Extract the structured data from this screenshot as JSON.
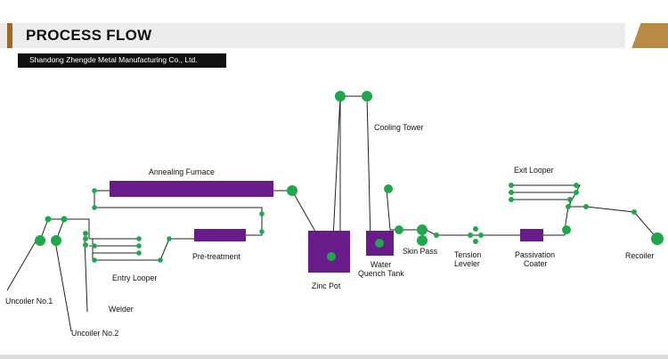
{
  "header": {
    "title": "PROCESS FLOW",
    "company": "Shandong Zhengde Metal Manufacturing Co., Ltd."
  },
  "labels": {
    "annealing_furnace": "Annealing Furnace",
    "pre_treatment": "Pre-treatment",
    "entry_looper": "Entry Looper",
    "uncoiler_1": "Uncoiler No.1",
    "welder": "Welder",
    "uncoiler_2": "Uncoiler No.2",
    "zinc_pot": "Zinc Pot",
    "cooling_tower": "Cooling Tower",
    "water_quench_line1": "Water",
    "water_quench_line2": "Quench Tank",
    "skin_pass": "Skin Pass",
    "tension_leveler_line1": "Tension",
    "tension_leveler_line2": "Leveler",
    "passivation_line1": "Passivation",
    "passivation_line2": "Coater",
    "exit_looper": "Exit Looper",
    "recoiler": "Recoiler"
  },
  "colors": {
    "roller": "#1ea84a",
    "equipment": "#6a1b8a",
    "line": "#222222",
    "accent": "#9a6a26"
  }
}
